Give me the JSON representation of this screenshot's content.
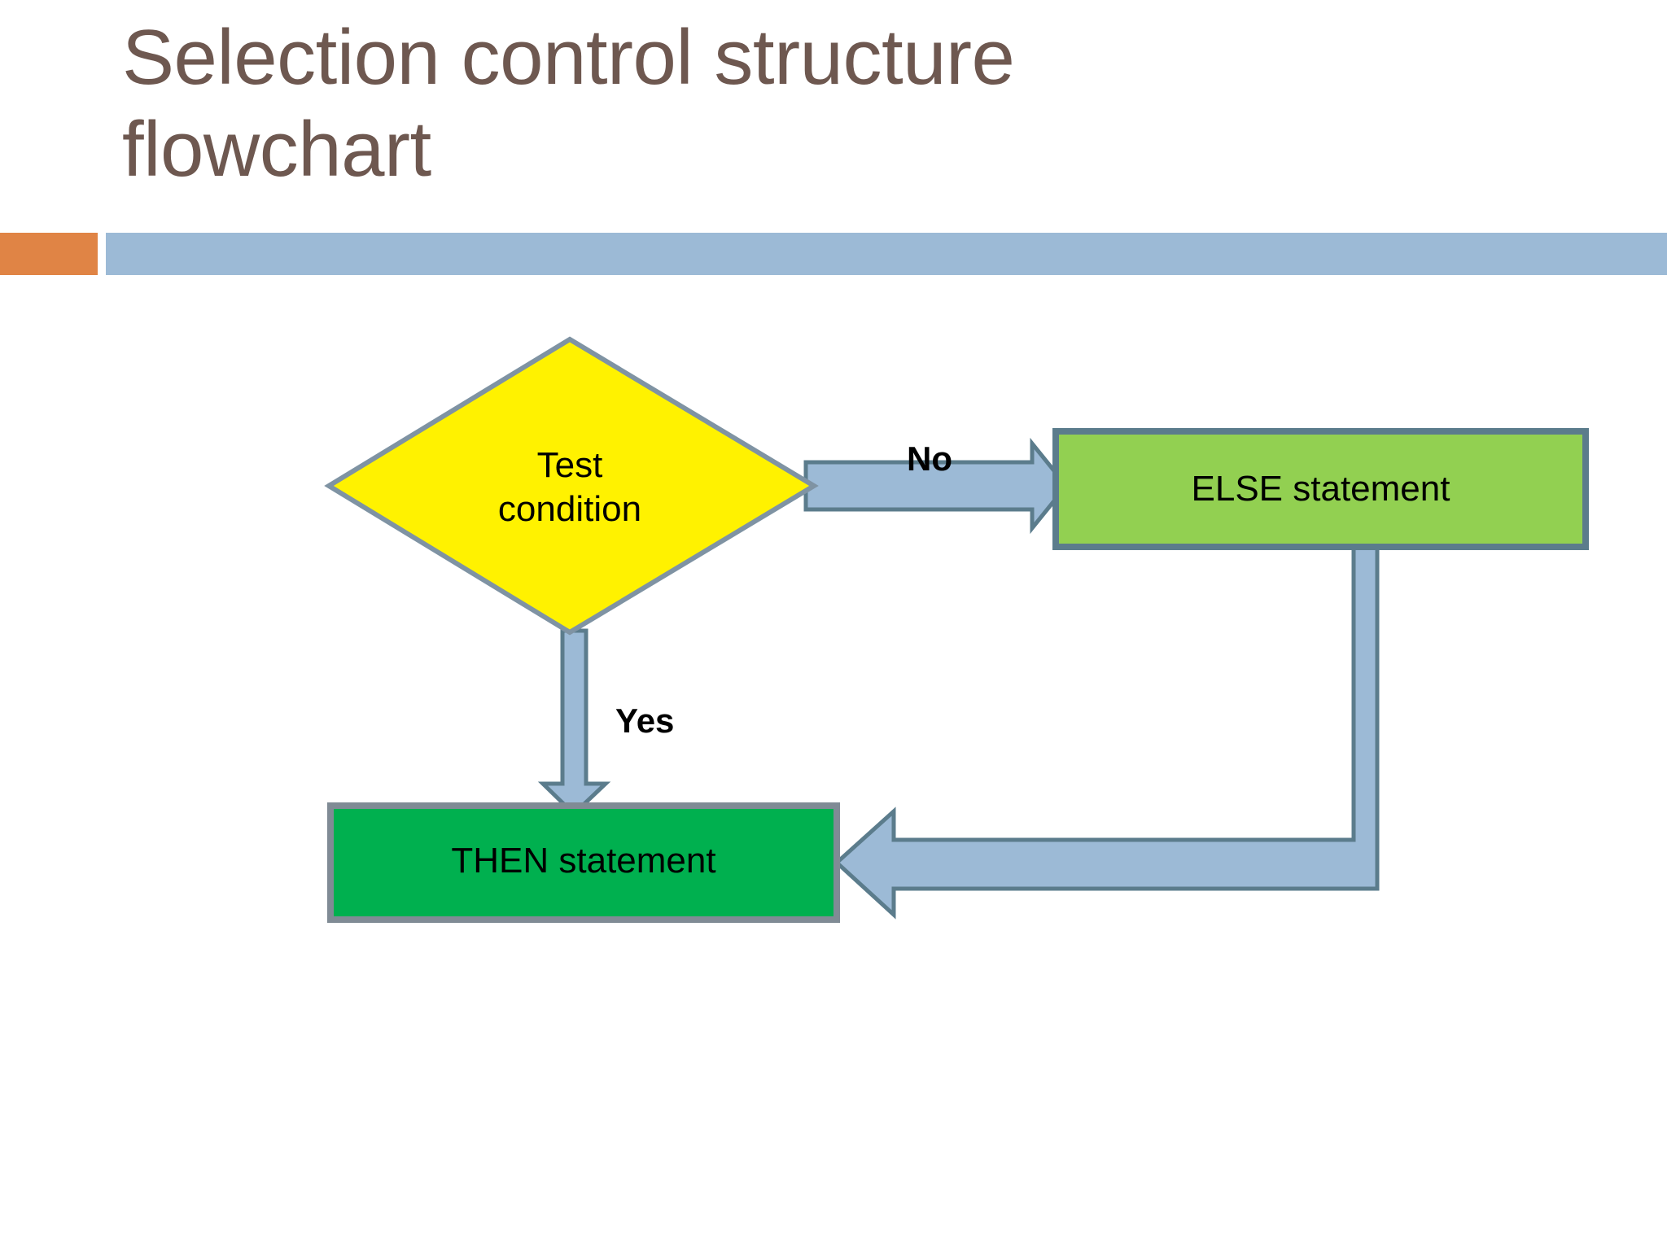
{
  "slide": {
    "title": "Selection control structure flowchart",
    "background_color": "#FFFFFF",
    "title_color": "#6E5850",
    "accent_bar_orange_color": "#E08445",
    "accent_bar_blue_color": "#9CBAD6"
  },
  "chart_data": {
    "type": "diagram",
    "diagram_kind": "flowchart",
    "title": "Selection control structure flowchart",
    "nodes": [
      {
        "id": "test-condition",
        "label": "Test\ncondition",
        "shape": "diamond",
        "fill": "#FFF200",
        "stroke": "#7F93A3",
        "text_color": "#000000"
      },
      {
        "id": "then-statement",
        "label": "THEN statement",
        "shape": "rectangle",
        "fill": "#00B04F",
        "stroke": "#808B95",
        "text_color": "#000000"
      },
      {
        "id": "else-statement",
        "label": "ELSE statement",
        "shape": "rectangle",
        "fill": "#92D051",
        "stroke": "#5B7C8C",
        "text_color": "#000000"
      }
    ],
    "edges": [
      {
        "id": "edge-no",
        "from": "test-condition",
        "to": "else-statement",
        "label": "No",
        "direction": "right",
        "color": "#9CBAD6",
        "stroke": "#5B7C8C"
      },
      {
        "id": "edge-yes",
        "from": "test-condition",
        "to": "then-statement",
        "label": "Yes",
        "direction": "down",
        "color": "#9CBAD6",
        "stroke": "#5B7C8C"
      },
      {
        "id": "edge-return",
        "from": "else-statement",
        "to": "then-statement",
        "label": "",
        "direction": "down-then-left",
        "color": "#9CBAD6",
        "stroke": "#5B7C8C"
      }
    ],
    "legend": [],
    "annotations": [
      "No",
      "Yes"
    ]
  },
  "flowchart": {
    "decision": {
      "label": "Test\ncondition"
    },
    "then_box": {
      "label": "THEN statement"
    },
    "else_box": {
      "label": "ELSE statement"
    },
    "edge_no": {
      "label": "No"
    },
    "edge_yes": {
      "label": "Yes"
    }
  }
}
